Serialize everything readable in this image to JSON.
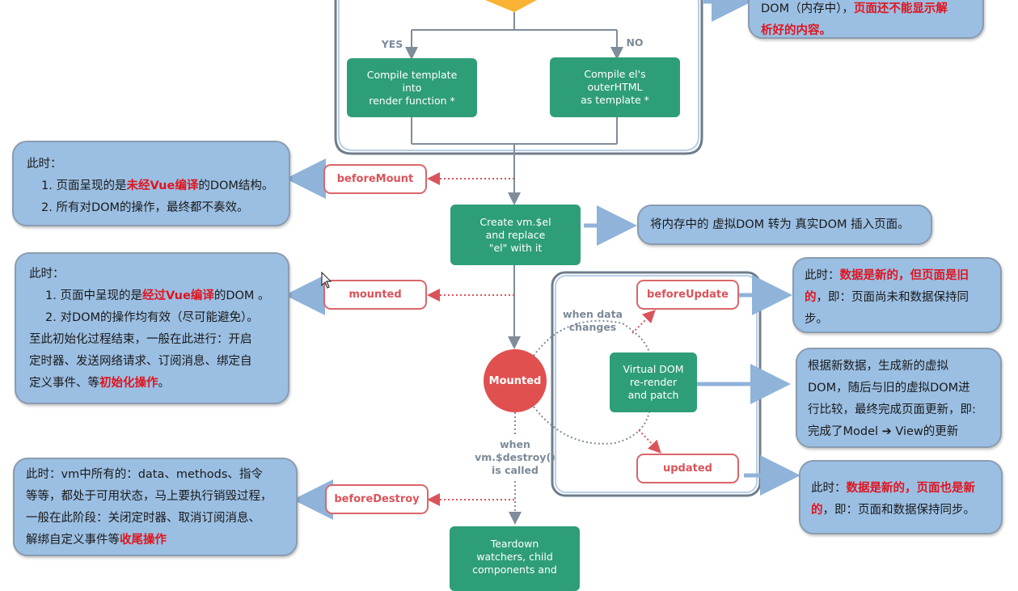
{
  "diagram": {
    "title": "Vue lifecycle diagram (annotated)",
    "branch_labels": {
      "yes": "YES",
      "no": "NO"
    },
    "process_boxes": {
      "compile_template": "Compile template\ninto\nrender function *",
      "compile_el": "Compile el's\nouterHTML\nas template *",
      "create_el": "Create vm.$el\nand replace\n\"el\" with it",
      "virtual_dom": "Virtual DOM\nre-render\nand patch",
      "teardown": "Teardown\nwatchers, child\ncomponents and"
    },
    "state_circle": "Mounted",
    "hooks": {
      "beforeMount": "beforeMount",
      "mounted": "mounted",
      "beforeUpdate": "beforeUpdate",
      "updated": "updated",
      "beforeDestroy": "beforeDestroy"
    },
    "flow_labels": {
      "data_changes": "when data\nchanges",
      "destroy_called": "when\nvm.$destroy()\nis called"
    },
    "notes": {
      "top_right": {
        "line1_plain": "DOM（内存中），",
        "line1_red": "页面还不能显示解",
        "line2_red": "析好的内容。"
      },
      "before_mount": {
        "heading": "此时：",
        "item1_pre": "1. 页面呈现的是",
        "item1_red": "未经Vue编译",
        "item1_post": "的DOM结构。",
        "item2": "2. 所有对DOM的操作，最终都不奏效。"
      },
      "create_el": {
        "text": "将内存中的 虚拟DOM 转为 真实DOM 插入页面。"
      },
      "mounted": {
        "heading": "此时：",
        "item1_pre": "1. 页面中呈现的是",
        "item1_red": "经过Vue编译",
        "item1_post": "的DOM 。",
        "item2": "2. 对DOM的操作均有效（尽可能避免）。",
        "line3": "至此初始化过程结束，一般在此进行：开启",
        "line4": "定时器、发送网络请求、订阅消息、绑定自",
        "line5_pre": "定义事件、等",
        "line5_red": "初始化操作",
        "line5_post": "。"
      },
      "before_update": {
        "line1_pre": "此时：",
        "line1_red": "数据是新的，但页面是旧",
        "line2_red": "的",
        "line2_post": "，即：页面尚未和数据保持同",
        "line3": "步。"
      },
      "virtual_dom": {
        "line1": "根据新数据，生成新的虚拟",
        "line2": "DOM，随后与旧的虚拟DOM进",
        "line3": "行比较，最终完成页面更新，即:",
        "line4": "完成了Model ➔ View的更新"
      },
      "updated": {
        "line1_pre": "此时：",
        "line1_red": "数据是新的，页面也是新",
        "line2_red": "的",
        "line2_post": "，即：页面和数据保持同步。"
      },
      "before_destroy": {
        "line1": "此时：vm中所有的：data、methods、指令",
        "line2": "等等，都处于可用状态，马上要执行销毁过程，",
        "line3": "一般在此阶段：关闭定时器、取消订阅消息、",
        "line4_pre": "解绑自定义事件等",
        "line4_red": "收尾操作"
      }
    },
    "colors": {
      "green": "#2e9e78",
      "hook_red": "#d9545a",
      "note_blue": "#9bbfe3",
      "diamond_orange": "#f9b233",
      "mounted_red": "#e0504f",
      "emphasis_red": "#e0141e"
    }
  }
}
